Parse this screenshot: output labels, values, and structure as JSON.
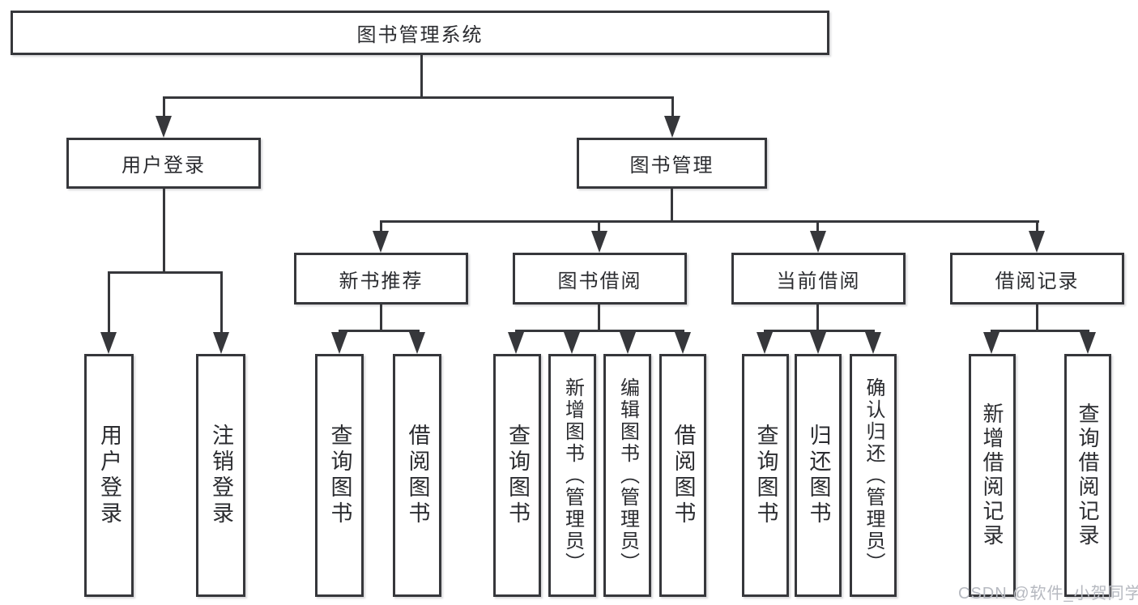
{
  "nodes": {
    "root": {
      "label": "图书管理系统"
    },
    "user_login": {
      "label": "用户登录"
    },
    "book_mgmt": {
      "label": "图书管理"
    },
    "new_rec": {
      "label": "新书推荐"
    },
    "book_borrow": {
      "label": "图书借阅"
    },
    "current_borrow": {
      "label": "当前借阅"
    },
    "borrow_records": {
      "label": "借阅记录"
    },
    "user_login_leaf": {
      "label": "用户登录"
    },
    "logout_leaf": {
      "label": "注销登录"
    },
    "query_books_1": {
      "label": "查询图书"
    },
    "borrow_books_1": {
      "label": "借阅图书"
    },
    "query_books_2": {
      "label": "查询图书"
    },
    "add_books_admin": {
      "label": "新增图书（管理员）"
    },
    "edit_books_admin": {
      "label": "编辑图书（管理员）"
    },
    "borrow_books_2": {
      "label": "借阅图书"
    },
    "query_books_3": {
      "label": "查询图书"
    },
    "return_books": {
      "label": "归还图书"
    },
    "confirm_return_admin": {
      "label": "确认归还（管理员）"
    },
    "add_borrow_record": {
      "label": "新增借阅记录"
    },
    "query_borrow_record": {
      "label": "查询借阅记录"
    }
  },
  "watermark": {
    "text": "CSDN @软件_小贺同学"
  },
  "colors": {
    "line": "#36373b",
    "text": "#2b2c30",
    "background": "#ffffff",
    "watermark": "#b6b9c0"
  }
}
